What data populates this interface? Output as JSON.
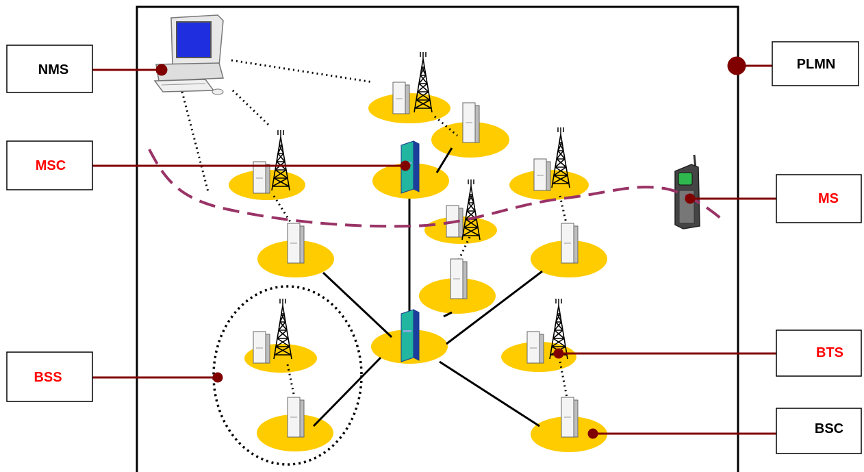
{
  "labels": {
    "nms": {
      "text": "NMS",
      "color": "#000000"
    },
    "msc": {
      "text": "MSC",
      "color": "#ff0000"
    },
    "bss": {
      "text": "BSS",
      "color": "#ff0000"
    },
    "plmn": {
      "text": "PLMN",
      "color": "#000000"
    },
    "ms": {
      "text": "MS",
      "color": "#ff0000"
    },
    "bts": {
      "text": "BTS",
      "color": "#ff0000"
    },
    "bsc": {
      "text": "BSC",
      "color": "#000000"
    }
  },
  "colors": {
    "connector": "#800000",
    "cell": "#ffcc00",
    "boundary_dash": "#993366",
    "msc_switch": "#22b5a0",
    "network_frame": "#000000"
  },
  "icons": [
    "computer-icon",
    "antenna-tower-icon",
    "cabinet-icon",
    "switch-icon",
    "mobile-phone-icon"
  ]
}
